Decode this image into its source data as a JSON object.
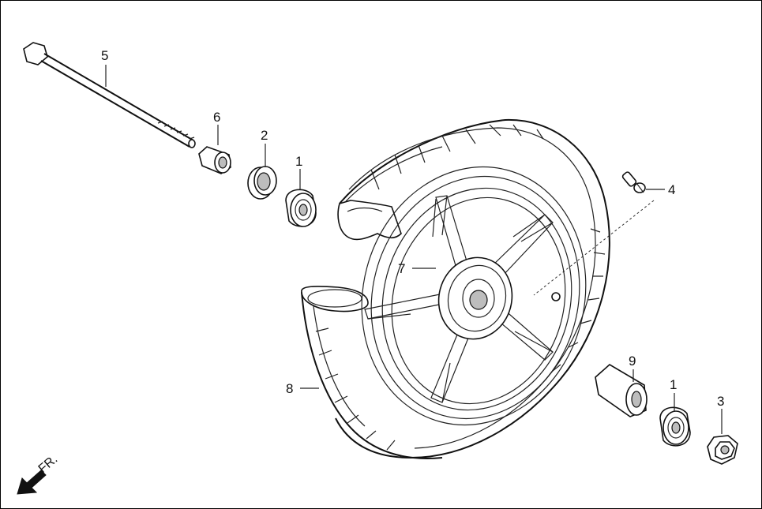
{
  "diagram": {
    "callouts": [
      {
        "id": "c5",
        "text": "5"
      },
      {
        "id": "c6",
        "text": "6"
      },
      {
        "id": "c2",
        "text": "2"
      },
      {
        "id": "c1a",
        "text": "1"
      },
      {
        "id": "c4",
        "text": "4"
      },
      {
        "id": "c7",
        "text": "7"
      },
      {
        "id": "c8",
        "text": "8"
      },
      {
        "id": "c9",
        "text": "9"
      },
      {
        "id": "c1b",
        "text": "1"
      },
      {
        "id": "c3",
        "text": "3"
      }
    ],
    "direction_label": "FR."
  }
}
